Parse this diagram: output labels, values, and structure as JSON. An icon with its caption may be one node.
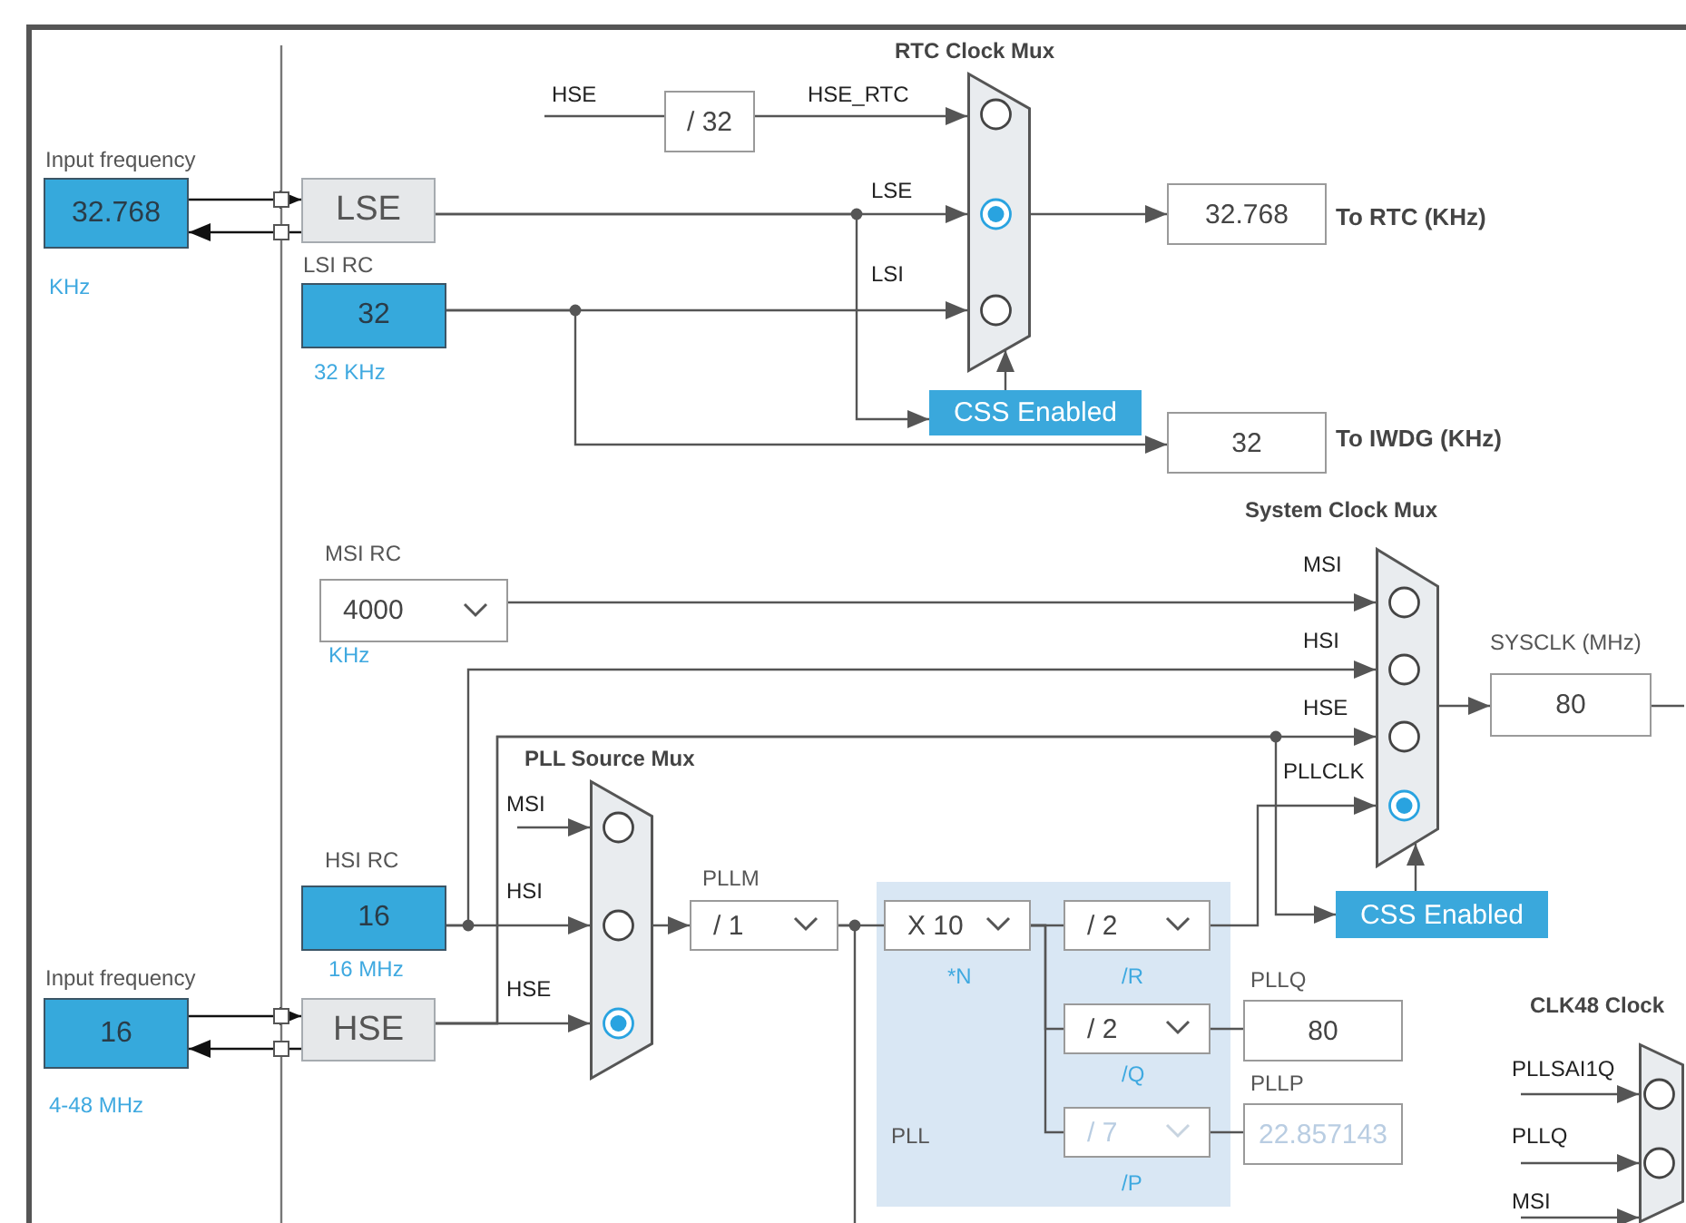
{
  "diagram": {
    "nodes": [
      {
        "text": [
          "Input frequency",
          "32.768"
        ],
        "beside": [
          "KHz"
        ]
      },
      {
        "text": [
          "LSE"
        ]
      },
      {
        "text": [
          "LSI RC",
          "32"
        ],
        "beside": [
          "32 KHz"
        ]
      },
      {
        "text": [
          "/ 32"
        ]
      },
      {
        "text": [
          "RTC Clock Mux"
        ]
      },
      {
        "text": [
          "CSS Enabled"
        ]
      },
      {
        "text": [
          "32.768"
        ],
        "beside": [
          "To RTC (KHz)"
        ]
      },
      {
        "text": [
          "32"
        ],
        "beside": [
          "To IWDG (KHz)"
        ]
      },
      {
        "text": [
          "MSI RC",
          "4000"
        ],
        "beside": [
          "KHz"
        ]
      },
      {
        "text": [
          "System Clock Mux"
        ]
      },
      {
        "text": [
          "SYSCLK (MHz)",
          "80"
        ]
      },
      {
        "text": [
          "HSI RC",
          "16"
        ],
        "beside": [
          "16 MHz"
        ]
      },
      {
        "text": [
          "Input frequency",
          "16"
        ],
        "beside": [
          "4-48 MHz"
        ]
      },
      {
        "text": [
          "HSE"
        ]
      },
      {
        "text": [
          "PLL Source Mux"
        ]
      },
      {
        "text": [
          "PLLM",
          "/ 1"
        ]
      },
      {
        "text": [
          "PLL"
        ]
      },
      {
        "text": [
          "X 10"
        ],
        "beside": [
          "*N"
        ],
        "in": 16
      },
      {
        "text": [
          "/ 2"
        ],
        "beside": [
          "/R"
        ],
        "in": 16
      },
      {
        "text": [
          "/ 2"
        ],
        "beside": [
          "/Q"
        ],
        "in": 16
      },
      {
        "text": [
          "/ 7"
        ],
        "beside": [
          "/P"
        ],
        "in": 16
      },
      {
        "text": [
          "PLLQ",
          "80"
        ]
      },
      {
        "text": [
          "PLLP",
          "22.857143"
        ]
      },
      {
        "text": [
          "CSS Enabled"
        ]
      },
      {
        "text": [
          "CLK48 Clock"
        ]
      }
    ],
    "edges": [
      {
        "from": 0,
        "to": 1,
        "arrow": "to",
        "color": "#111111"
      },
      {
        "from": 1,
        "to": 0,
        "arrow": "to",
        "color": "#111111"
      },
      {
        "from": 1,
        "to": 4,
        "arrow": "to",
        "label": "LSE"
      },
      {
        "from": 2,
        "to": 4,
        "arrow": "to",
        "label": "LSI"
      },
      {
        "from": null,
        "to": 3,
        "arrow": "none",
        "label": "HSE"
      },
      {
        "from": 3,
        "to": 4,
        "arrow": "to",
        "label": "HSE_RTC"
      },
      {
        "from": 4,
        "to": 6,
        "arrow": "to"
      },
      {
        "from": 1,
        "to": 5,
        "arrow": "to"
      },
      {
        "from": 5,
        "to": 4,
        "arrow": "to"
      },
      {
        "from": 2,
        "to": 7,
        "arrow": "to"
      },
      {
        "from": 8,
        "to": 9,
        "arrow": "to",
        "label": "MSI"
      },
      {
        "from": 11,
        "to": 9,
        "arrow": "to",
        "label": "HSI"
      },
      {
        "from": 13,
        "to": 9,
        "arrow": "to",
        "label": "HSE"
      },
      {
        "from": null,
        "to": 14,
        "arrow": "to",
        "label": "MSI"
      },
      {
        "from": 11,
        "to": 14,
        "arrow": "to",
        "label": "HSI"
      },
      {
        "from": 13,
        "to": 14,
        "arrow": "to",
        "label": "HSE"
      },
      {
        "from": 14,
        "to": 15,
        "arrow": "to"
      },
      {
        "from": 15,
        "to": 17,
        "arrow": "none"
      },
      {
        "from": 15,
        "to": null,
        "arrow": "none"
      },
      {
        "from": 17,
        "to": 18,
        "arrow": "none"
      },
      {
        "from": 17,
        "to": 19,
        "arrow": "none"
      },
      {
        "from": 17,
        "to": 20,
        "arrow": "none"
      },
      {
        "from": 18,
        "to": 9,
        "arrow": "to",
        "label": "PLLCLK"
      },
      {
        "from": 13,
        "to": 23,
        "arrow": "to"
      },
      {
        "from": 23,
        "to": 9,
        "arrow": "to"
      },
      {
        "from": 19,
        "to": 21,
        "arrow": "none"
      },
      {
        "from": 20,
        "to": 22,
        "arrow": "none"
      },
      {
        "from": 9,
        "to": 10,
        "arrow": "to"
      },
      {
        "from": 10,
        "to": null,
        "arrow": "none"
      },
      {
        "from": null,
        "to": 24,
        "arrow": "to",
        "label": "PLLSAI1Q"
      },
      {
        "from": null,
        "to": 24,
        "arrow": "to",
        "label": "PLLQ"
      },
      {
        "from": null,
        "to": 24,
        "arrow": "to",
        "label": "MSI"
      },
      {
        "from": 12,
        "to": 13,
        "arrow": "to",
        "color": "#111111"
      },
      {
        "from": 13,
        "to": 12,
        "arrow": "to",
        "color": "#111111"
      }
    ]
  }
}
